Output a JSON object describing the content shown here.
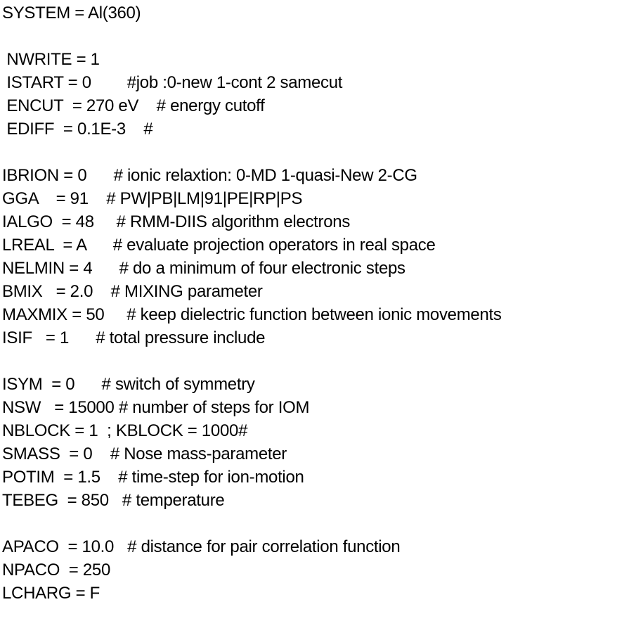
{
  "document": {
    "lines": [
      "SYSTEM = Al(360)",
      "",
      " NWRITE = 1",
      " ISTART = 0        #job :0-new 1-cont 2 samecut",
      " ENCUT  = 270 eV    # energy cutoff",
      " EDIFF  = 0.1E-3    #",
      "",
      "IBRION = 0      # ionic relaxtion: 0-MD 1-quasi-New 2-CG",
      "GGA    = 91    # PW|PB|LM|91|PE|RP|PS",
      "IALGO  = 48     # RMM-DIIS algorithm electrons",
      "LREAL  = A      # evaluate projection operators in real space",
      "NELMIN = 4      # do a minimum of four electronic steps",
      "BMIX   = 2.0    # MIXING parameter",
      "MAXMIX = 50     # keep dielectric function between ionic movements",
      "ISIF   = 1      # total pressure include",
      "",
      "ISYM  = 0      # switch of symmetry",
      "NSW   = 15000 # number of steps for IOM",
      "NBLOCK = 1  ; KBLOCK = 1000#",
      "SMASS  = 0    # Nose mass-parameter",
      "POTIM  = 1.5    # time-step for ion-motion",
      "TEBEG  = 850   # temperature",
      "",
      "APACO  = 10.0   # distance for pair correlation function",
      "NPACO  = 250",
      "LCHARG = F"
    ],
    "text_color": "#000000",
    "background_color": "#ffffff"
  }
}
